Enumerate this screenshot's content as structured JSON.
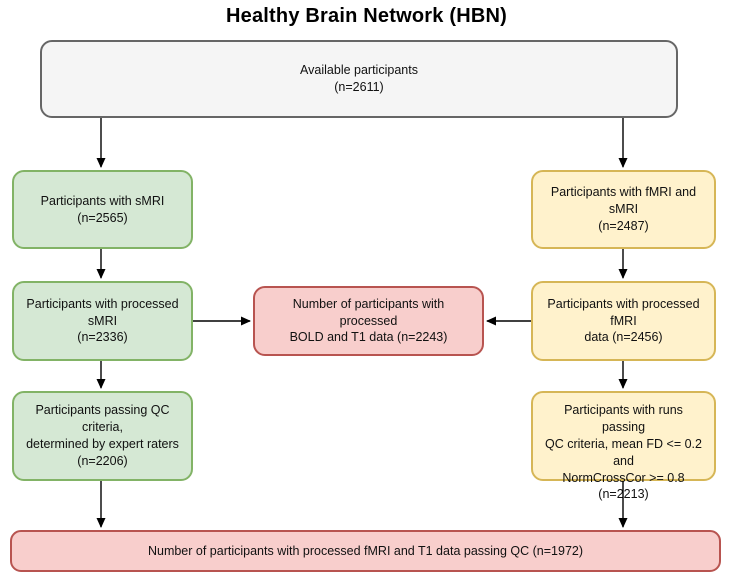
{
  "title": "Healthy Brain Network (HBN)",
  "colors": {
    "gray_fill": "#f5f5f5",
    "gray_stroke": "#666666",
    "green_fill": "#d5e8d4",
    "green_stroke": "#82b366",
    "yellow_fill": "#fff2cc",
    "yellow_stroke": "#d6b656",
    "red_fill": "#f8cecc",
    "red_stroke": "#b85450",
    "arrow": "#000000"
  },
  "nodes": {
    "available": {
      "label": "Available participants\n(n=2611)"
    },
    "smri": {
      "label": "Participants with sMRI\n(n=2565)"
    },
    "processed_smri": {
      "label": "Participants with processed sMRI\n(n=2336)"
    },
    "qc_smri": {
      "label": "Participants passing QC criteria,\ndetermined by expert raters\n(n=2206)"
    },
    "fmri_smri": {
      "label": "Participants with fMRI and sMRI\n(n=2487)"
    },
    "processed_fmri": {
      "label": "Participants with processed fMRI\ndata  (n=2456)"
    },
    "qc_fmri": {
      "label": "Participants with runs passing\nQC criteria, mean FD <= 0.2 and\nNormCrossCor >= 0.8 (n=2213)"
    },
    "bold_t1": {
      "label": "Number of participants with processed\nBOLD and T1 data (n=2243)"
    },
    "final": {
      "label": "Number of participants with processed fMRI and T1 data passing QC (n=1972)"
    }
  }
}
